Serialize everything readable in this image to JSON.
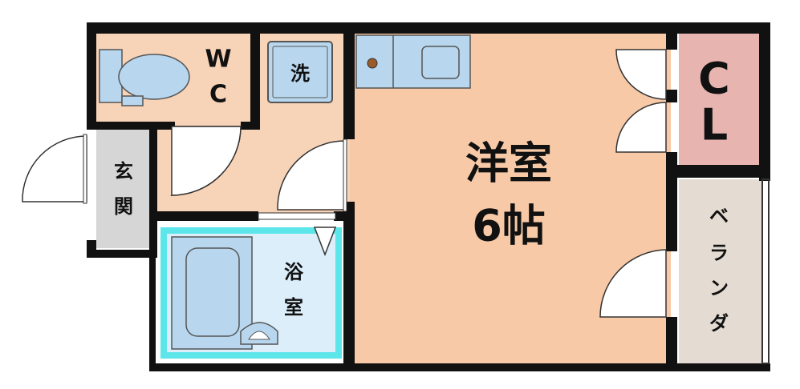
{
  "colors": {
    "wall": "#111111",
    "floor_wet": "#f7d3b8",
    "floor_room": "#f7c9a6",
    "closet": "#e8b4b0",
    "balcony": "#e4dbd2",
    "genkan": "#d6d6d6",
    "bath_floor": "#dbeefa",
    "bath_border": "#5ce6ea",
    "fixture": "#b8d7ee",
    "fixture_stroke": "#555555",
    "door": "#ffffff"
  },
  "rooms": {
    "western_room": {
      "name": "洋室",
      "size": "6帖"
    },
    "closet": {
      "line1": "C",
      "line2": "L"
    },
    "toilet": {
      "line1": "W",
      "line2": "C"
    },
    "laundry": {
      "label": "洗"
    },
    "entrance": {
      "line1": "玄",
      "line2": "関"
    },
    "bathroom": {
      "line1": "浴",
      "line2": "室"
    },
    "balcony": {
      "chars": [
        "ベ",
        "ラ",
        "ン",
        "ダ"
      ]
    }
  },
  "icons": {
    "toilet": "toilet-fixture-icon",
    "washer": "washer-pan-icon",
    "stove": "stove-burner-icon",
    "sink": "kitchen-sink-icon",
    "bathtub": "bathtub-icon",
    "basin": "wash-basin-icon"
  }
}
